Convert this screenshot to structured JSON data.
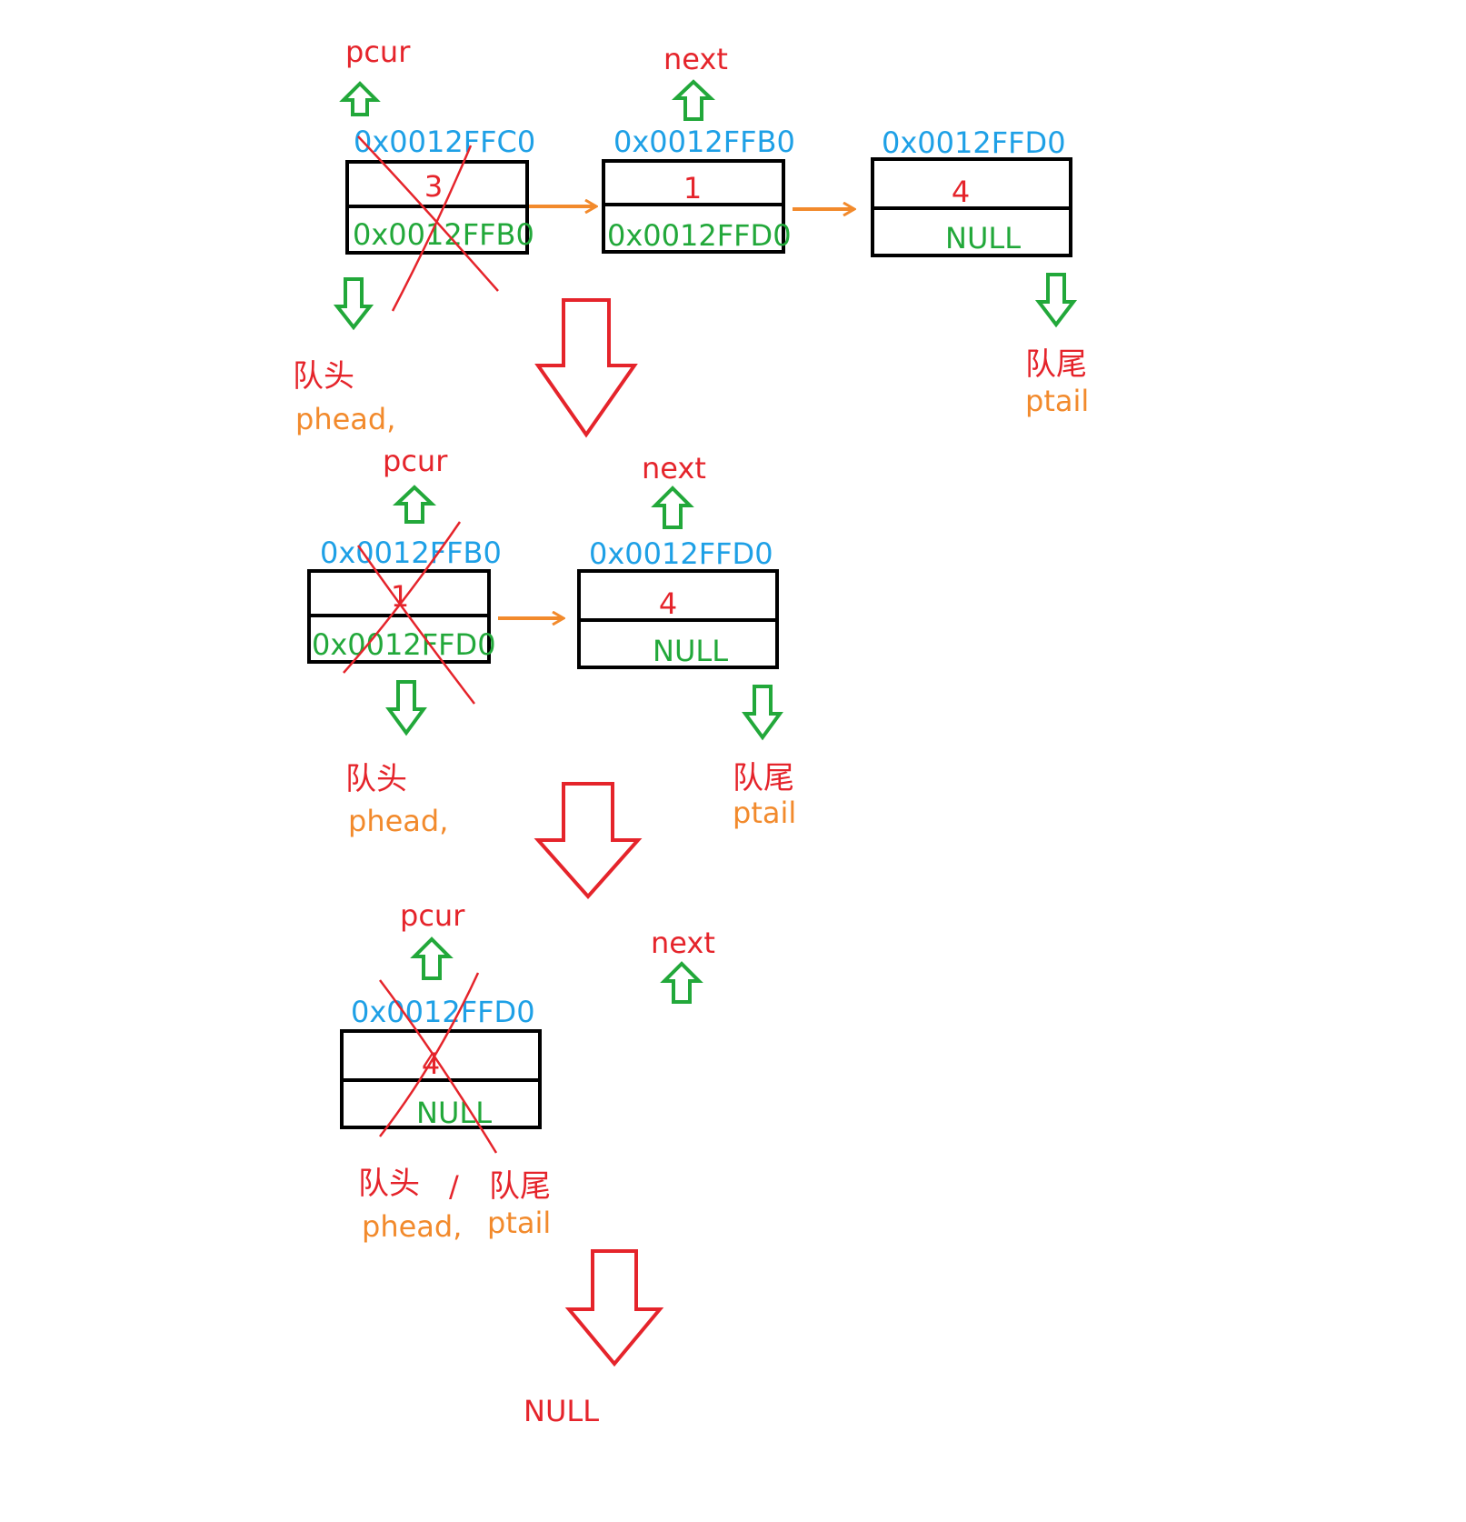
{
  "colors": {
    "red": "#e5242b",
    "green": "#22a83a",
    "blue": "#1ea0e6",
    "orange": "#f28a2c",
    "box": "#000000"
  },
  "labels": {
    "pcur": "pcur",
    "next": "next",
    "queue_head": "队头",
    "queue_tail": "队尾",
    "phead": "phead,",
    "ptail": "ptail",
    "slash": "/",
    "null_final": "NULL"
  },
  "stages": [
    {
      "nodes": [
        {
          "address": "0x0012FFC0",
          "value": "3",
          "next_field": "0x0012FFB0",
          "crossed": true
        },
        {
          "address": "0x0012FFB0",
          "value": "1",
          "next_field": "0x0012FFD0",
          "crossed": false
        },
        {
          "address": "0x0012FFD0",
          "value": "4",
          "next_field": "NULL",
          "crossed": false
        }
      ]
    },
    {
      "nodes": [
        {
          "address": "0x0012FFB0",
          "value": "1",
          "next_field": "0x0012FFD0",
          "crossed": true
        },
        {
          "address": "0x0012FFD0",
          "value": "4",
          "next_field": "NULL",
          "crossed": false
        }
      ]
    },
    {
      "nodes": [
        {
          "address": "0x0012FFD0",
          "value": "4",
          "next_field": "NULL",
          "crossed": true
        }
      ]
    }
  ]
}
